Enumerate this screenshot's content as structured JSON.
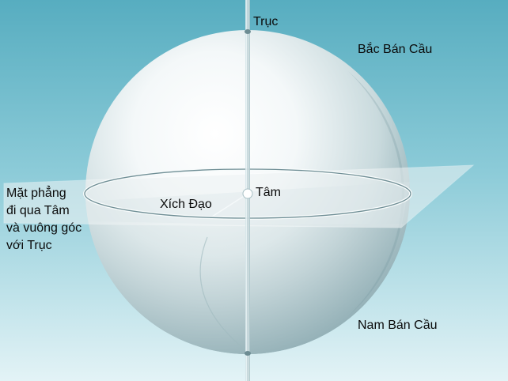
{
  "labels": {
    "axis": "Trục",
    "north_hemisphere": "Bắc Bán Cầu",
    "south_hemisphere": "Nam Bán Cầu",
    "center": "Tâm",
    "equator": "Xích Đạo",
    "plane_lines": [
      "Mặt phẳng",
      "đi qua Tâm",
      "và vuông góc",
      "với Trục"
    ]
  },
  "colors": {
    "background_top": "#5fb3c4",
    "background_bottom": "#d6eef2",
    "sphere_highlight": "#ffffff",
    "sphere_shadow": "#7fa5ad",
    "plane": "#e8eef0"
  }
}
